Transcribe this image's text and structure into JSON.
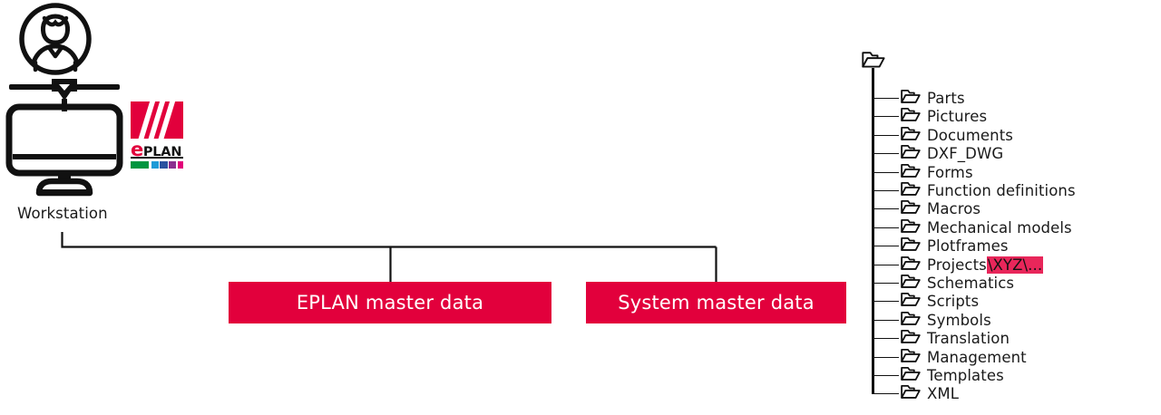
{
  "diagram": {
    "workstation": {
      "label": "Workstation",
      "avatar_icon": "user-avatar-icon",
      "monitor_icon": "workstation-monitor-icon"
    },
    "logo": {
      "mark_color": "#e2003c",
      "word_e": "e",
      "word_plan": "PLAN",
      "colorbar": [
        "#009640",
        "#1d9bd7",
        "#2b52a0",
        "#8b2f8f",
        "#e2007a"
      ]
    },
    "boxes": [
      {
        "id": "eplan-master-data",
        "label": "EPLAN master data",
        "color": "#e2003c"
      },
      {
        "id": "system-master-data",
        "label": "System master data",
        "color": "#e2003c"
      }
    ],
    "tree": {
      "root_icon": "folder-icon",
      "items": [
        {
          "label": "Parts"
        },
        {
          "label": "Pictures"
        },
        {
          "label": "Documents"
        },
        {
          "label": "DXF_DWG"
        },
        {
          "label": "Forms"
        },
        {
          "label": "Function definitions"
        },
        {
          "label": "Macros"
        },
        {
          "label": "Mechanical models"
        },
        {
          "label": "Plotframes"
        },
        {
          "label": "Projects",
          "highlight": "\\XYZ\\..."
        },
        {
          "label": "Schematics"
        },
        {
          "label": "Scripts"
        },
        {
          "label": "Symbols"
        },
        {
          "label": "Translation"
        },
        {
          "label": "Management"
        },
        {
          "label": "Templates"
        },
        {
          "label": "XML"
        }
      ],
      "highlight_color": "#e8265a"
    }
  }
}
